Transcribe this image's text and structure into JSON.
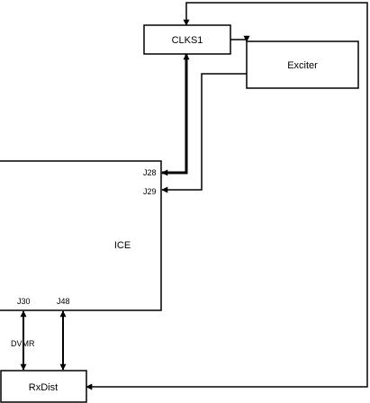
{
  "blocks": {
    "clks1": "CLKS1",
    "exciter": "Exciter",
    "ice": "ICE",
    "rxdist": "RxDist"
  },
  "ports": {
    "j28": "J28",
    "j29": "J29",
    "j30": "J30",
    "j48": "J48"
  },
  "links": {
    "dvmr": "DVMR"
  }
}
